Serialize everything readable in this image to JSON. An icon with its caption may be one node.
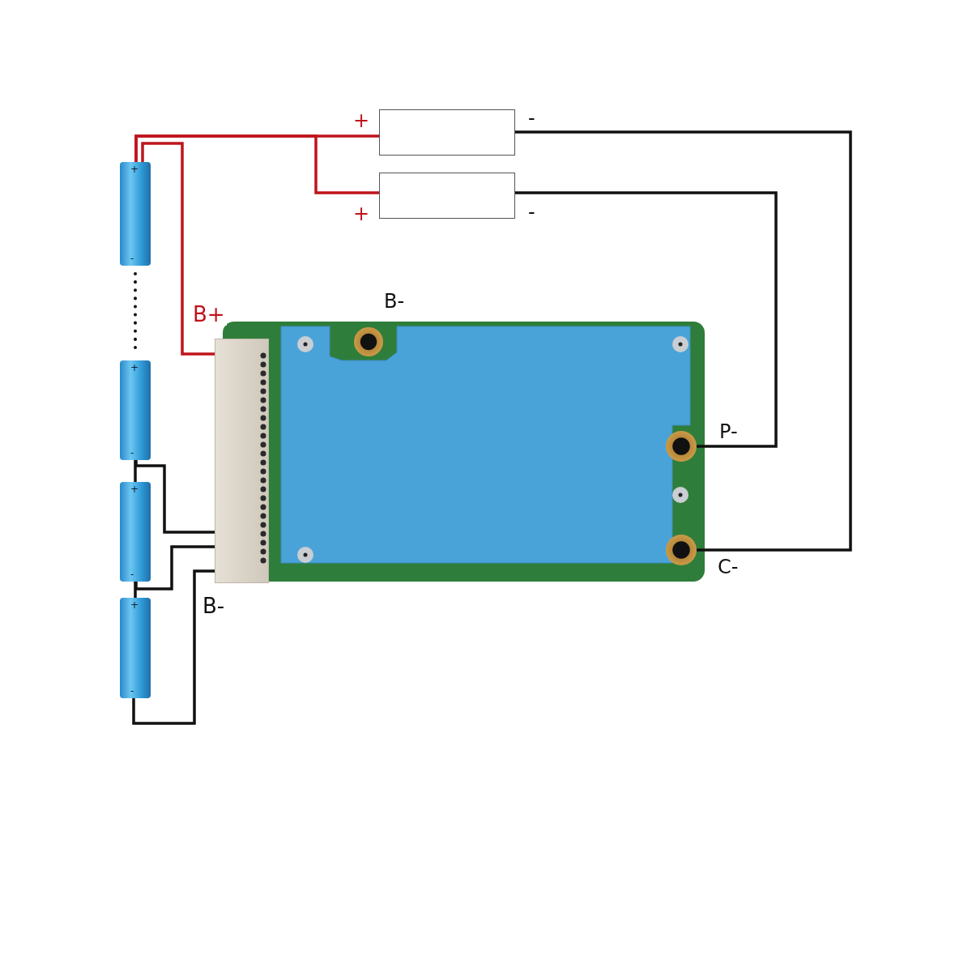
{
  "diagram": {
    "nodes": [
      {
        "text": [],
        "shape": "box",
        "beside": [
          "+",
          "-"
        ]
      },
      {
        "text": [],
        "shape": "box",
        "beside": [
          "+",
          "-"
        ]
      },
      {
        "text": [
          "+",
          "-"
        ]
      },
      {
        "text": [
          "+",
          "-"
        ]
      },
      {
        "text": [
          "+",
          "-"
        ]
      },
      {
        "text": [
          "+",
          "-"
        ]
      },
      {
        "text": [],
        "shape": "picture"
      },
      {
        "text": [],
        "shape": "box",
        "in": 6
      },
      {
        "text": [],
        "shape": "circle",
        "in": 6,
        "beside": [
          "B-"
        ]
      },
      {
        "text": [],
        "shape": "circle",
        "in": 6,
        "beside": [
          "P-"
        ]
      },
      {
        "text": [],
        "shape": "circle",
        "in": 6,
        "beside": [
          "C-"
        ]
      }
    ],
    "edges": [
      {
        "from": 2,
        "to": 0,
        "arrow": "none",
        "color": "#c0141c"
      },
      {
        "from": 2,
        "to": 1,
        "arrow": "none",
        "color": "#c0141c"
      },
      {
        "from": 2,
        "to": 7,
        "arrow": "none",
        "label": "B+",
        "color": "#c0141c"
      },
      {
        "from": 0,
        "to": 10,
        "arrow": "none"
      },
      {
        "from": 1,
        "to": 9,
        "arrow": "none"
      },
      {
        "from": 2,
        "to": 3,
        "arrow": "none",
        "style": "dashed"
      },
      {
        "from": 3,
        "to": 4,
        "arrow": "none"
      },
      {
        "from": 4,
        "to": 5,
        "arrow": "none"
      },
      {
        "from": 3,
        "to": 7,
        "arrow": "none"
      },
      {
        "from": 4,
        "to": 7,
        "arrow": "none"
      },
      {
        "from": 5,
        "to": 7,
        "arrow": "none",
        "label": "B-"
      }
    ]
  }
}
